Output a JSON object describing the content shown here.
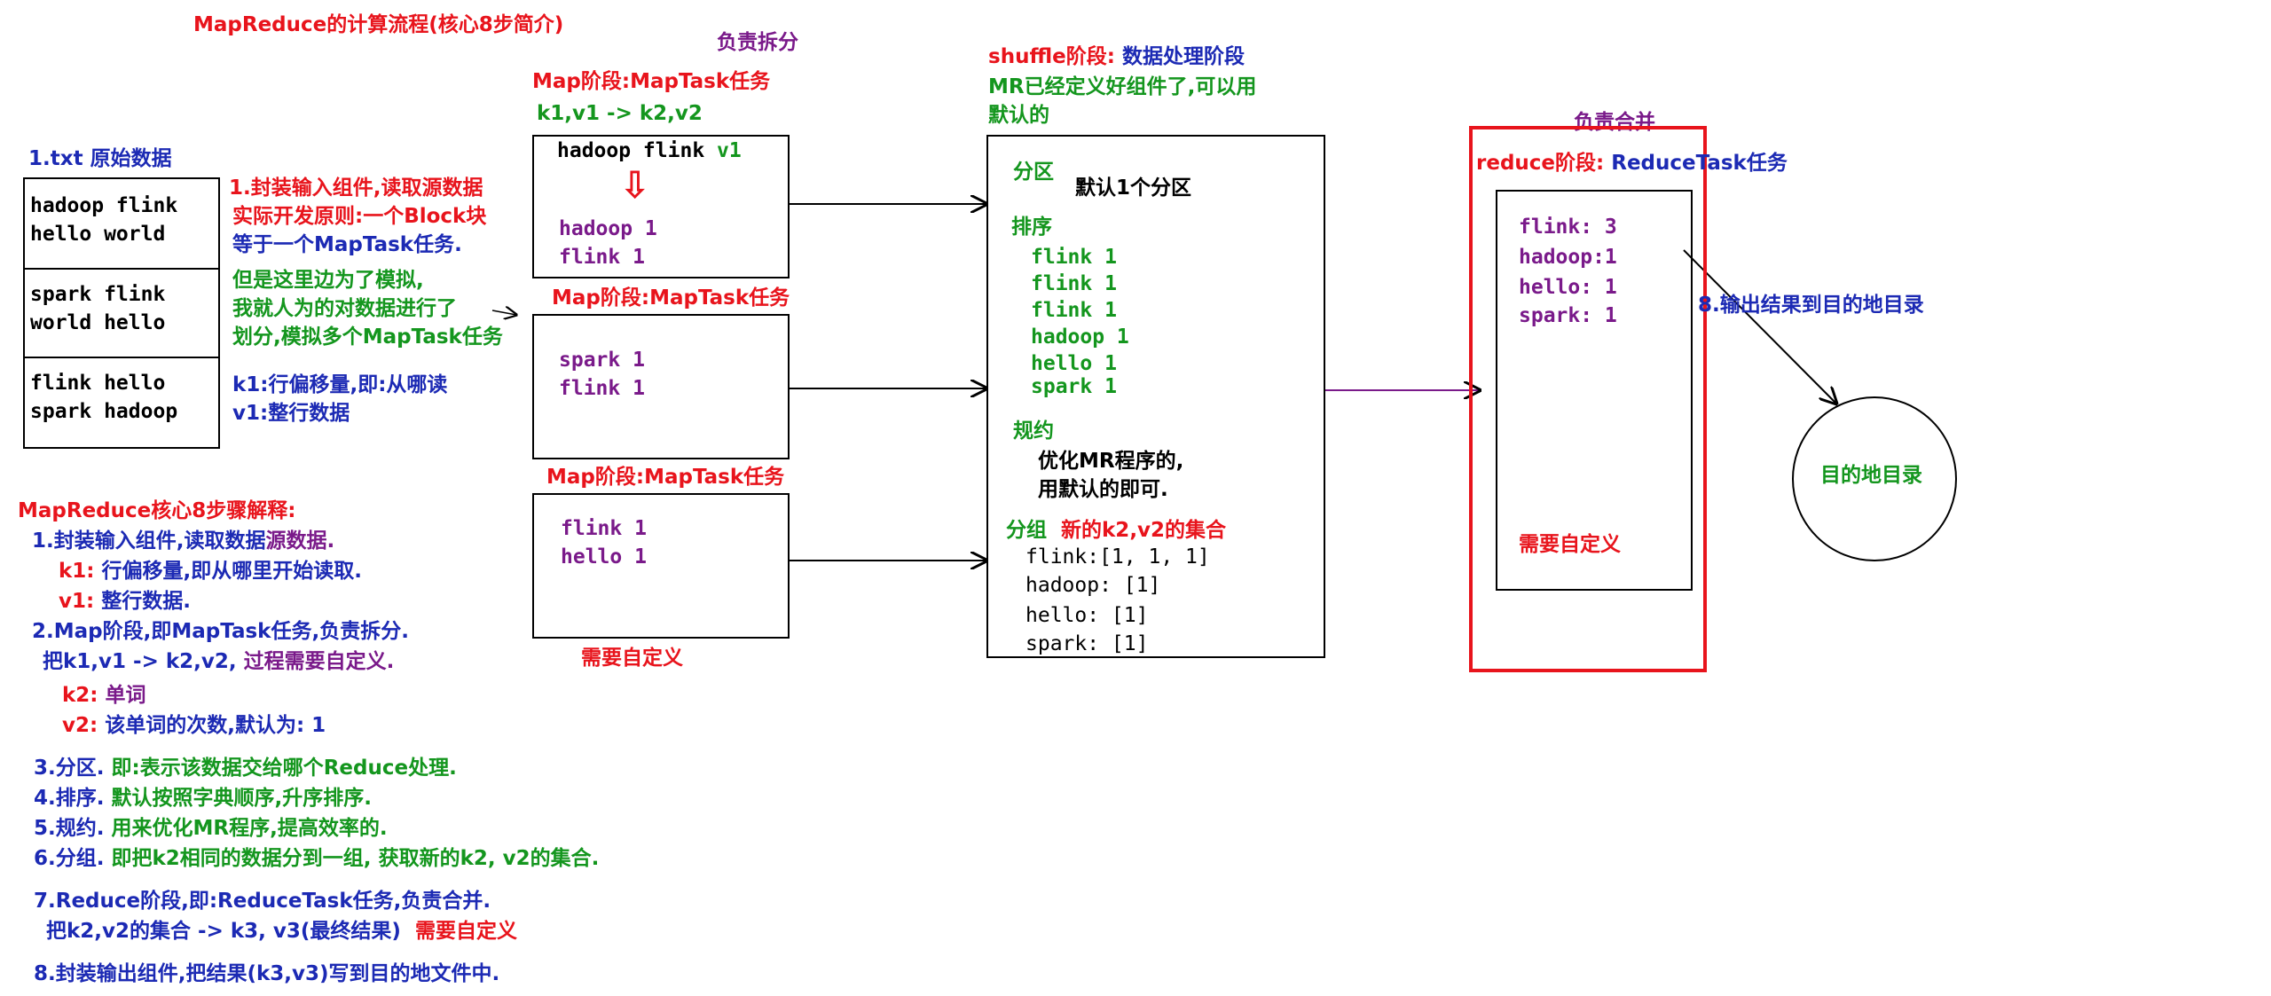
{
  "colors": {
    "red": "#e8141c",
    "blue": "#1c2ab4",
    "green": "#14961e",
    "purple": "#7a1a8a",
    "black": "#000000"
  },
  "title": "MapReduce的计算流程(核心8步简介)",
  "input": {
    "label": "1.txt 原始数据",
    "rows": [
      [
        "hadoop flink",
        "hello world"
      ],
      [
        "spark flink",
        "world hello"
      ],
      [
        "flink hello",
        "spark hadoop"
      ]
    ]
  },
  "step1_notes": {
    "line1": "1.封装输入组件,读取源数据",
    "line2": "实际开发原则:一个Block块",
    "line3": "等于一个MapTask任务.",
    "line4": "但是这里边为了模拟,",
    "line5": "我就人为的对数据进行了",
    "line6": "划分,模拟多个MapTask任务",
    "line7": "k1:行偏移量,即:从哪读",
    "line8": "v1:整行数据"
  },
  "map_phase": {
    "top_label": "负责拆分",
    "task_label": "Map阶段:MapTask任务",
    "kv": "k1,v1 -> k2,v2",
    "box1": {
      "input": "hadoop flink",
      "input_v1": "v1",
      "arrow": "⇩",
      "out": [
        "hadoop 1",
        "flink  1"
      ]
    },
    "box2": {
      "label": "Map阶段:MapTask任务",
      "out": [
        "spark 1",
        "flink 1"
      ]
    },
    "box3": {
      "label": "Map阶段:MapTask任务",
      "out": [
        "flink 1",
        "hello 1"
      ]
    },
    "custom_note": "需要自定义"
  },
  "shuffle": {
    "title_a": "shuffle阶段:",
    "title_b": "数据处理阶段",
    "note1": "MR已经定义好组件了,可以用",
    "note2": "默认的",
    "partition_label": "分区",
    "partition_value": "默认1个分区",
    "sort_label": "排序",
    "sort_items": [
      "flink 1",
      "flink 1",
      "flink 1",
      "hadoop 1",
      "hello 1",
      "spark 1"
    ],
    "combine_label": "规约",
    "combine_1": "优化MR程序的,",
    "combine_2": "用默认的即可.",
    "group_label": "分组",
    "group_note": "新的k2,v2的集合",
    "group_items": [
      "flink:[1, 1, 1]",
      "hadoop: [1]",
      "hello: [1]",
      "spark: [1]"
    ]
  },
  "reduce": {
    "top_label": "负责合并",
    "title_a": "reduce阶段:",
    "title_b": "ReduceTask任务",
    "items": [
      "flink: 3",
      "hadoop:1",
      "hello: 1",
      "spark: 1"
    ],
    "custom_note": "需要自定义"
  },
  "output": {
    "label": "8.输出结果到目的地目录",
    "dest": "目的地目录"
  },
  "explain": {
    "title": "MapReduce核心8步骤解释:",
    "s1": "1.封装输入组件,读取数据",
    "s1_src": "源数据.",
    "s1_k1_key": "k1:",
    "s1_k1_val": "行偏移量,即从哪里开始读取.",
    "s1_v1_key": "v1:",
    "s1_v1_val": "整行数据.",
    "s2": "2.Map阶段,即MapTask任务,负责拆分.",
    "s2_kv": "把k1,v1 -> k2,v2,",
    "s2_custom": "过程需要自定义.",
    "s2_k2_key": "k2:",
    "s2_k2_val": "单词",
    "s2_v2_key": "v2:",
    "s2_v2_val": "该单词的次数,默认为: 1",
    "s3": "3.分区.",
    "s3_desc": "即:表示该数据交给哪个Reduce处理.",
    "s4": "4.排序.",
    "s4_desc": "默认按照字典顺序,升序排序.",
    "s5": "5.规约.",
    "s5_desc": "用来优化MR程序,提高效率的.",
    "s6": "6.分组.",
    "s6_desc": "即把k2相同的数据分到一组,",
    "s6_desc2": "获取新的k2, v2的集合.",
    "s7": "7.Reduce阶段,即:ReduceTask任务,负责合并.",
    "s7_kv": "把k2,v2的集合 -> k3, v3(最终结果)",
    "s7_custom": "需要自定义",
    "s8": "8.封装输出组件,把结果(k3,v3)写到目的地文件中."
  }
}
